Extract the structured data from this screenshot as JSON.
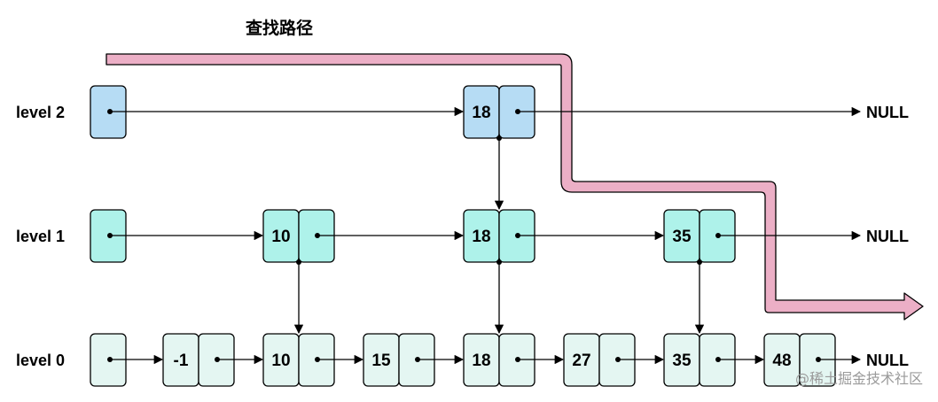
{
  "title": "查找路径",
  "null_label": "NULL",
  "watermark": "@稀土掘金技术社区",
  "colors": {
    "level2_fill": "#b6dcf4",
    "level1_fill": "#aef2ea",
    "level0_fill": "#e4f6f2",
    "path_fill": "#ecafc6"
  },
  "levels": [
    {
      "label": "level 2",
      "nodes": [
        "18"
      ]
    },
    {
      "label": "level 1",
      "nodes": [
        "10",
        "18",
        "35"
      ]
    },
    {
      "label": "level 0",
      "nodes": [
        "-1",
        "10",
        "15",
        "18",
        "27",
        "35",
        "48"
      ]
    }
  ]
}
